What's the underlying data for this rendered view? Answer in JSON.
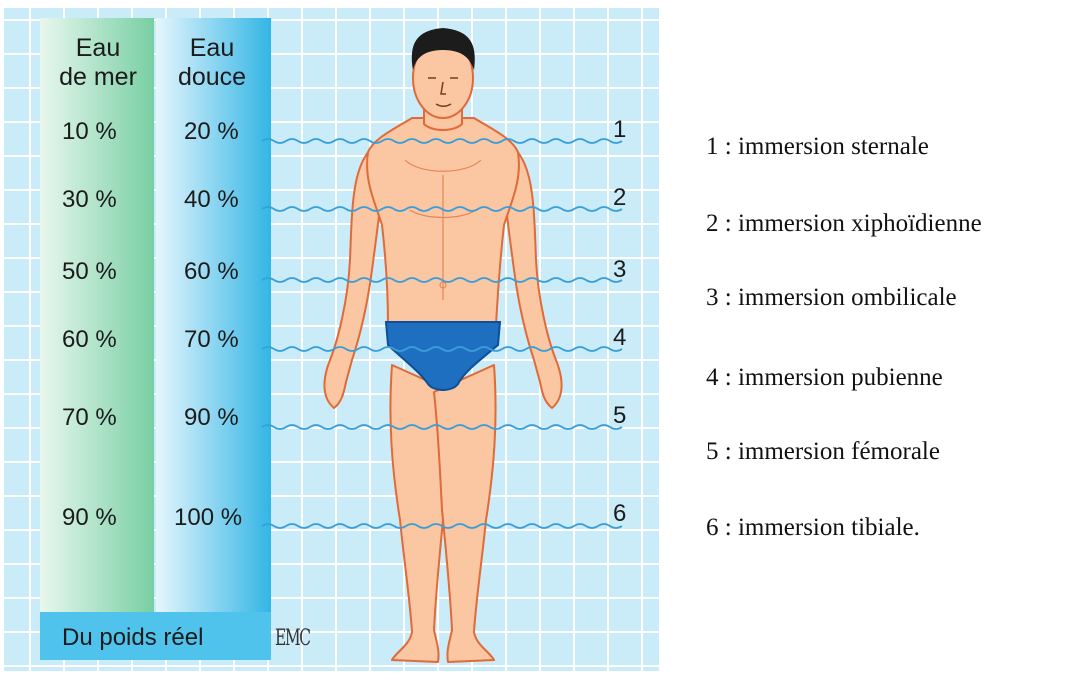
{
  "columns": {
    "sea": {
      "line1": "Eau",
      "line2": "de mer"
    },
    "fresh": {
      "line1": "Eau",
      "line2": "douce"
    }
  },
  "levels": [
    {
      "number": "1",
      "sea": "10 %",
      "fresh": "20 %",
      "legend": "1 : immersion sternale"
    },
    {
      "number": "2",
      "sea": "30 %",
      "fresh": "40 %",
      "legend": "2 : immersion xiphoïdienne"
    },
    {
      "number": "3",
      "sea": "50 %",
      "fresh": "60 %",
      "legend": "3 : immersion ombilicale"
    },
    {
      "number": "4",
      "sea": "60 %",
      "fresh": "70 %",
      "legend": "4 : immersion pubienne"
    },
    {
      "number": "5",
      "sea": "70 %",
      "fresh": "90 %",
      "legend": "5 : immersion fémorale"
    },
    {
      "number": "6",
      "sea": "90 %",
      "fresh": "100 %",
      "legend": "6 : immersion tibiale."
    }
  ],
  "footer": "Du poids réel",
  "logo": "EMC",
  "colors": {
    "pool_background": "#c9ecf8",
    "grid_lines": "#ffffff",
    "sea_band": "#7fcfa8",
    "fresh_band": "#3ab8e6",
    "footer_band": "#4fc3ec",
    "water_line": "#3a9fd8",
    "skin": "#fbc6a2",
    "skin_outline": "#e06a38",
    "swimsuit": "#1e6fbf",
    "hair": "#1c1c1c"
  }
}
